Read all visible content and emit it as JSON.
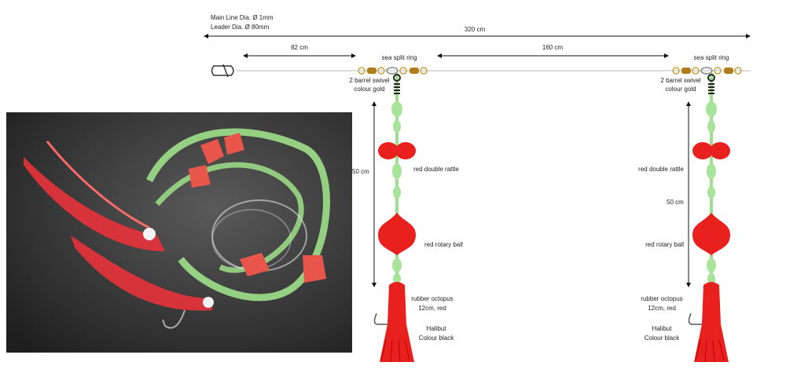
{
  "specs": {
    "main_line": "Main Line Dia. Ø 1mm",
    "leader": "Leader Dia. Ø 80mm"
  },
  "dimensions": {
    "total": "320 cm",
    "first": "82 cm",
    "spacing": "160 cm",
    "dropper_1": "50 cm",
    "dropper_2": "50 cm"
  },
  "labels": {
    "split_ring": "sea split ring",
    "swivel_1": "2 barrel swivel",
    "swivel_2": "colour gold",
    "rattle": "red double rattle",
    "rotary": "red rotary ball",
    "octopus_1": "rubber octopus",
    "octopus_2": "12cm, red",
    "hook_1": "Halibut",
    "hook_2": "Colour black"
  },
  "colors": {
    "gold": "#c8a23a",
    "green": "#9ee08f",
    "red": "#e8201e",
    "photo_bg": "#3a3a3a"
  }
}
